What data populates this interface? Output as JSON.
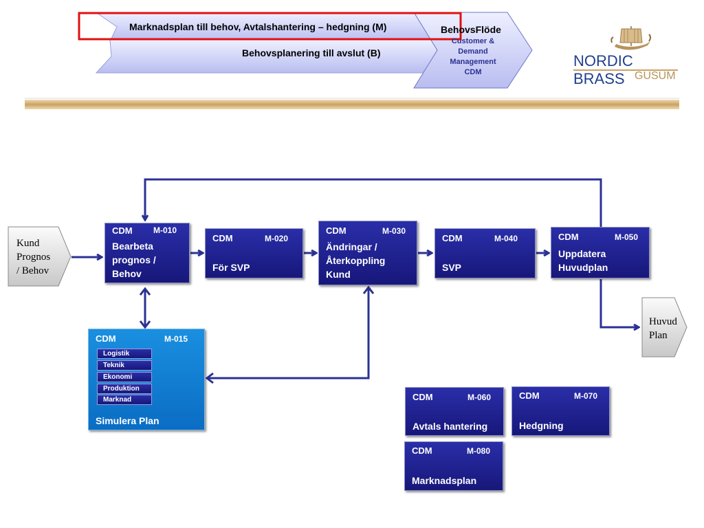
{
  "header": {
    "banner_top": "Marknadsplan till behov, Avtalshantering – hedgning (M)",
    "banner_bottom": "Behovsplanering till avslut (B)",
    "chevron_title": "BehovsFlöde",
    "chevron_sub_lines": [
      "Customer &",
      "Demand",
      "Management",
      "CDM"
    ]
  },
  "logo": {
    "line1": "NORDIC BRASS",
    "line2": "GUSUM"
  },
  "inputs": {
    "left": [
      "Kund",
      "Prognos",
      "/ Behov"
    ],
    "right": [
      "Huvud",
      "Plan"
    ]
  },
  "boxes": [
    {
      "cdm": "CDM",
      "code": "M-010",
      "label": [
        "Bearbeta",
        "prognos /",
        "Behov"
      ]
    },
    {
      "cdm": "CDM",
      "code": "M-020",
      "label": [
        "För SVP"
      ]
    },
    {
      "cdm": "CDM",
      "code": "M-030",
      "label": [
        "Ändringar /",
        "Återkoppling",
        "Kund"
      ]
    },
    {
      "cdm": "CDM",
      "code": "M-040",
      "label": [
        "SVP"
      ]
    },
    {
      "cdm": "CDM",
      "code": "M-050",
      "label": [
        "Uppdatera",
        "Huvudplan"
      ]
    },
    {
      "cdm": "CDM",
      "code": "M-060",
      "label": [
        "Avtals hantering"
      ]
    },
    {
      "cdm": "CDM",
      "code": "M-070",
      "label": [
        "Hedgning"
      ]
    },
    {
      "cdm": "CDM",
      "code": "M-080",
      "label": [
        "Marknadsplan"
      ]
    }
  ],
  "simulate": {
    "cdm": "CDM",
    "code": "M-015",
    "items": [
      "Logistik",
      "Teknik",
      "Ekonomi",
      "Produktion",
      "Marknad"
    ],
    "label": "Simulera Plan"
  },
  "colors": {
    "arrow": "#2b3193",
    "box": "#1e1f8f",
    "simulate": "#0f7ad1",
    "highlight": "#e01010",
    "gold": "#c9a263"
  }
}
